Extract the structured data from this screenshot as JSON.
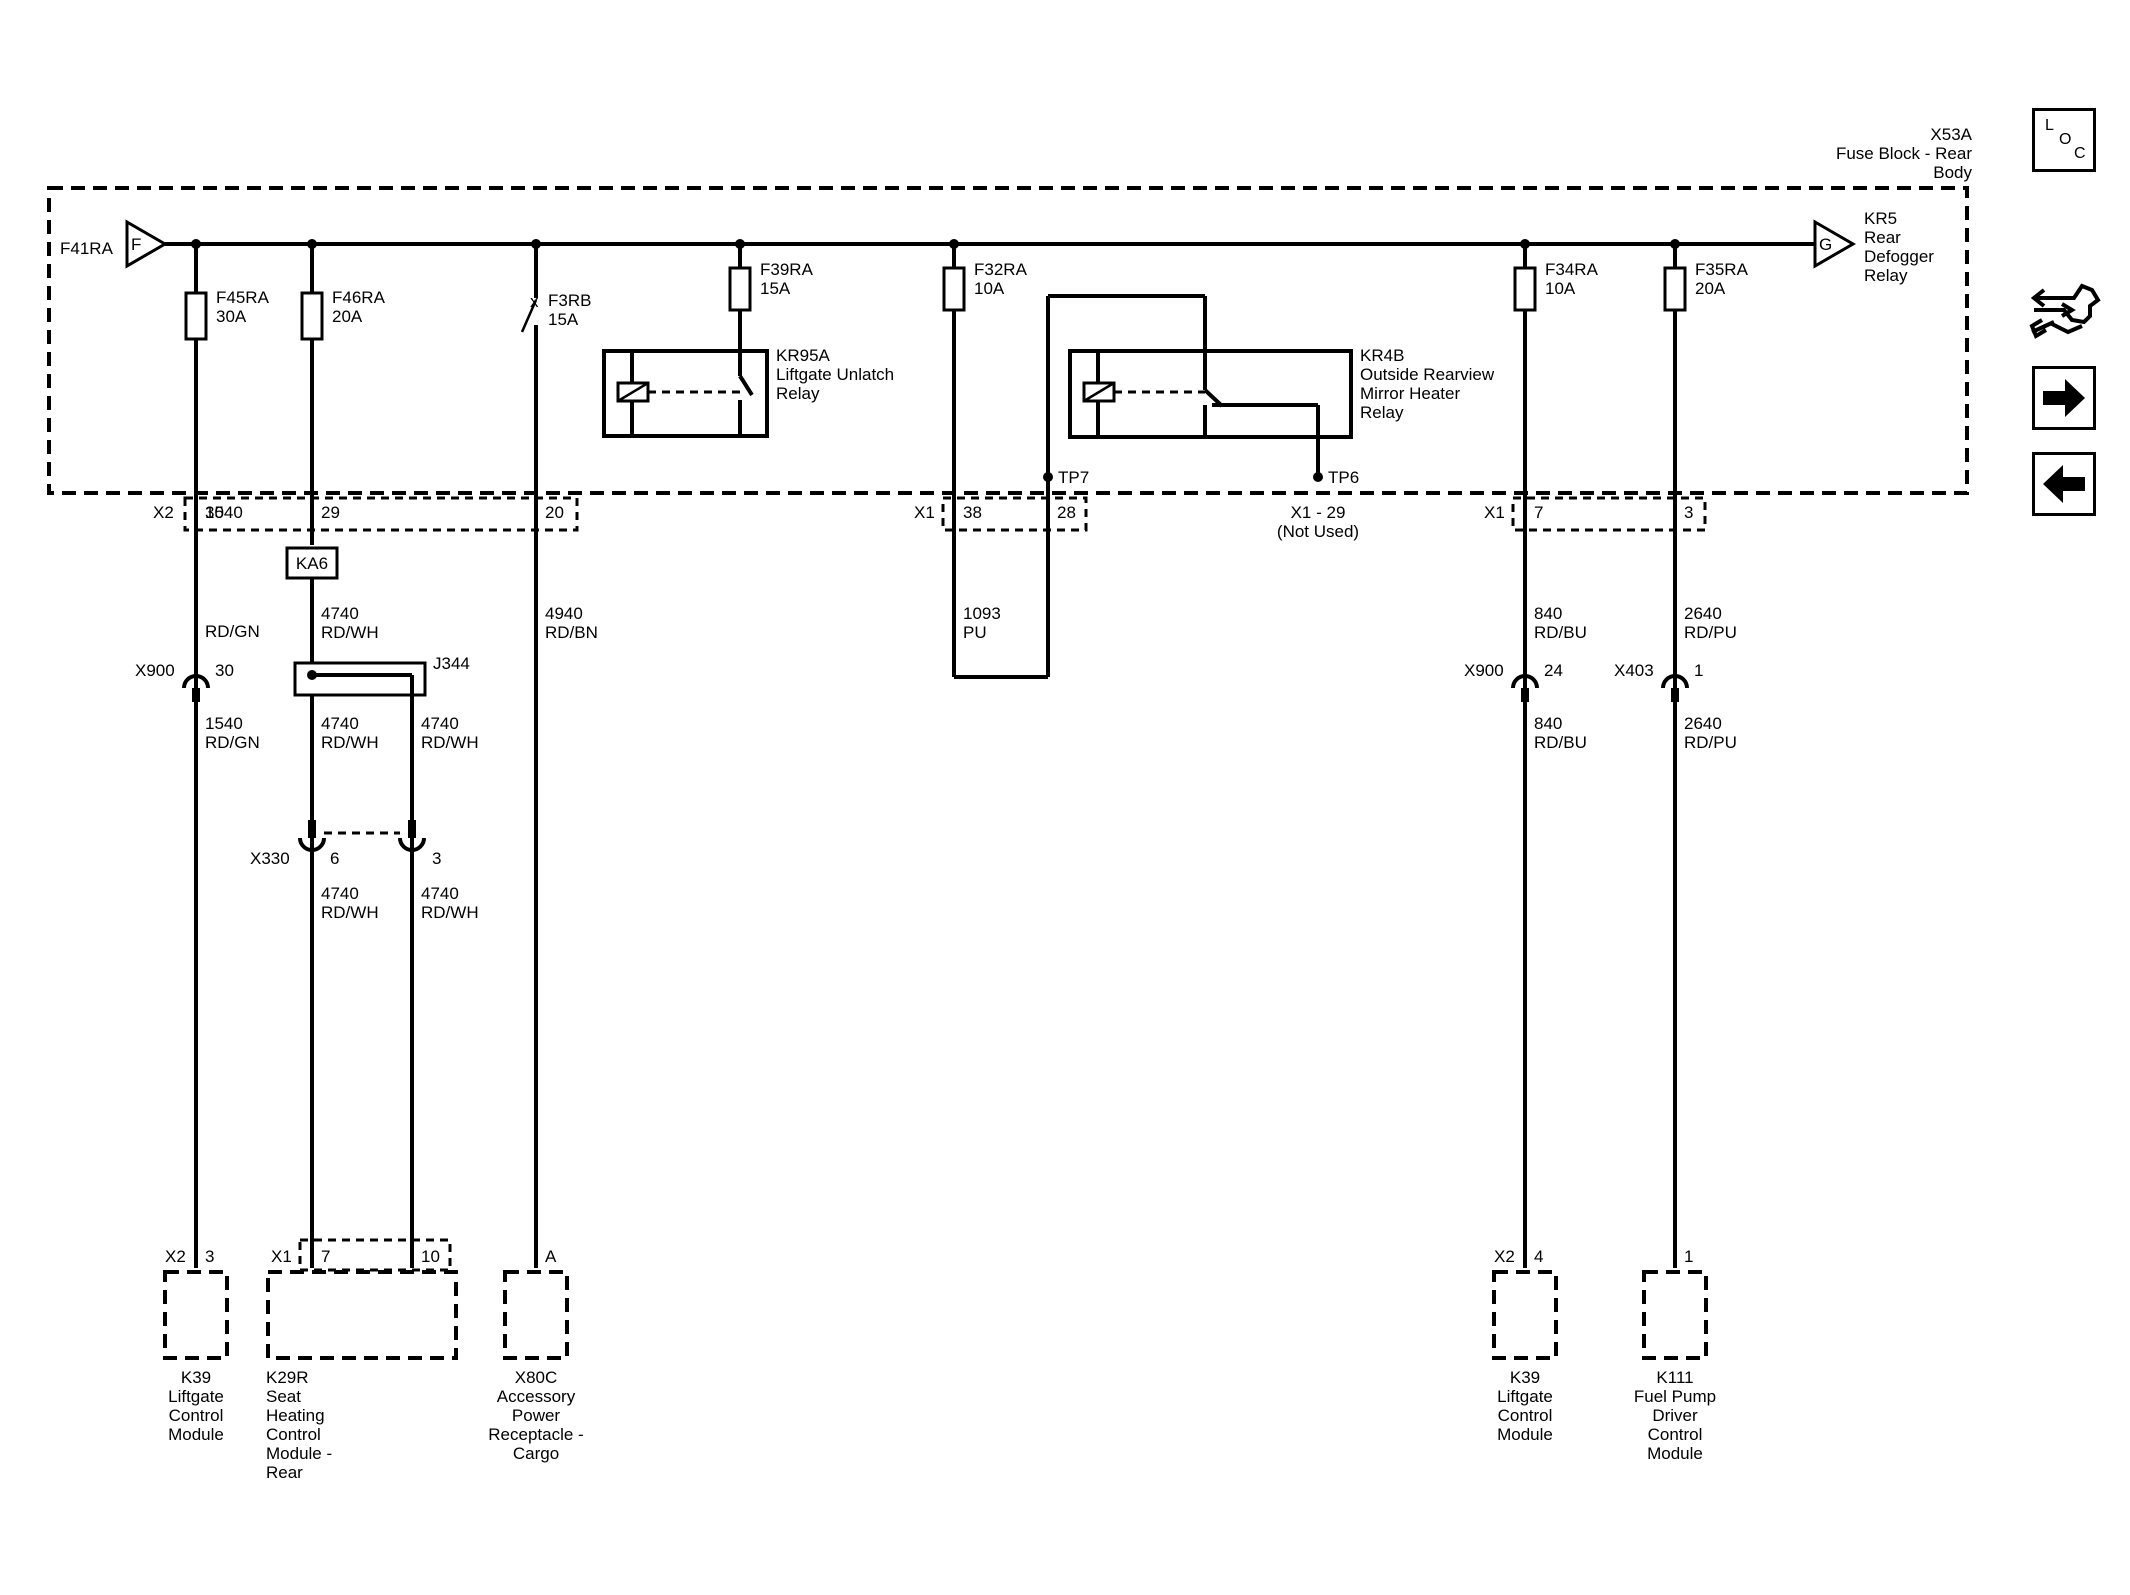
{
  "fuse_block": {
    "id": "X53A",
    "name_line1": "Fuse Block - Rear",
    "name_line2": "Body"
  },
  "busbar": {
    "input_label": "F41RA",
    "input_letter": "F",
    "output_letter": "G",
    "output_id": "KR5",
    "output_name": [
      "Rear",
      "Defogger",
      "Relay"
    ]
  },
  "fuses": [
    {
      "id": "F45RA",
      "rating": "30A"
    },
    {
      "id": "F46RA",
      "rating": "20A"
    },
    {
      "id": "F3RB",
      "rating": "15A"
    },
    {
      "id": "F39RA",
      "rating": "15A"
    },
    {
      "id": "F32RA",
      "rating": "10A"
    },
    {
      "id": "F34RA",
      "rating": "10A"
    },
    {
      "id": "F35RA",
      "rating": "20A"
    }
  ],
  "relays": [
    {
      "id": "KR95A",
      "name": [
        "Liftgate Unlatch",
        "Relay"
      ]
    },
    {
      "id": "KR4B",
      "name": [
        "Outside Rearview",
        "Mirror Heater",
        "Relay"
      ]
    }
  ],
  "test_points": [
    "TP7",
    "TP6"
  ],
  "connectors": {
    "x2_top": {
      "id": "X2",
      "pins": [
        "30",
        "29",
        "20"
      ]
    },
    "x1_mid": {
      "id": "X1",
      "pins": [
        "38",
        "28"
      ]
    },
    "x1_unused": {
      "label": "X1 - 29",
      "note": "(Not Used)"
    },
    "x1_right": {
      "id": "X1",
      "pins": [
        "7",
        "3"
      ]
    },
    "ka6": "KA6",
    "j344": "J344",
    "x900_left": {
      "id": "X900",
      "pin": "30"
    },
    "x900_right": {
      "id": "X900",
      "pin": "24"
    },
    "x403": {
      "id": "X403",
      "pin": "1"
    },
    "x330": {
      "id": "X330",
      "pins": [
        "6",
        "3"
      ]
    }
  },
  "wires": {
    "w1540a": {
      "circuit": "1540",
      "color": "RD/GN"
    },
    "w1540b": {
      "circuit": "1540",
      "color": "RD/GN"
    },
    "w4740a": {
      "circuit": "4740",
      "color": "RD/WH"
    },
    "w4740b": {
      "circuit": "4740",
      "color": "RD/WH"
    },
    "w4740c": {
      "circuit": "4740",
      "color": "RD/WH"
    },
    "w4740d": {
      "circuit": "4740",
      "color": "RD/WH"
    },
    "w4740e": {
      "circuit": "4740",
      "color": "RD/WH"
    },
    "w4940": {
      "circuit": "4940",
      "color": "RD/BN"
    },
    "w1093": {
      "circuit": "1093",
      "color": "PU"
    },
    "w840a": {
      "circuit": "840",
      "color": "RD/BU"
    },
    "w840b": {
      "circuit": "840",
      "color": "RD/BU"
    },
    "w2640a": {
      "circuit": "2640",
      "color": "RD/PU"
    },
    "w2640b": {
      "circuit": "2640",
      "color": "RD/PU"
    }
  },
  "modules": [
    {
      "connector": "X2",
      "pin": "3",
      "id": "K39",
      "name": [
        "Liftgate",
        "Control",
        "Module"
      ]
    },
    {
      "connector": "X1",
      "pins": [
        "7",
        "10"
      ],
      "id": "K29R",
      "name": [
        "Seat",
        "Heating",
        "Control",
        "Module -",
        "Rear"
      ]
    },
    {
      "pin": "A",
      "id": "X80C",
      "name": [
        "Accessory",
        "Power",
        "Receptacle -",
        "Cargo"
      ]
    },
    {
      "connector": "X2",
      "pin": "4",
      "id": "K39",
      "name": [
        "Liftgate",
        "Control",
        "Module"
      ]
    },
    {
      "pin": "1",
      "id": "K111",
      "name": [
        "Fuel Pump",
        "Driver",
        "Control",
        "Module"
      ]
    }
  ],
  "nav": {
    "loc_letters": [
      "L",
      "O",
      "C"
    ],
    "icons": [
      "loc-icon",
      "connector-end-view-icon",
      "next-page-icon",
      "previous-page-icon"
    ]
  }
}
